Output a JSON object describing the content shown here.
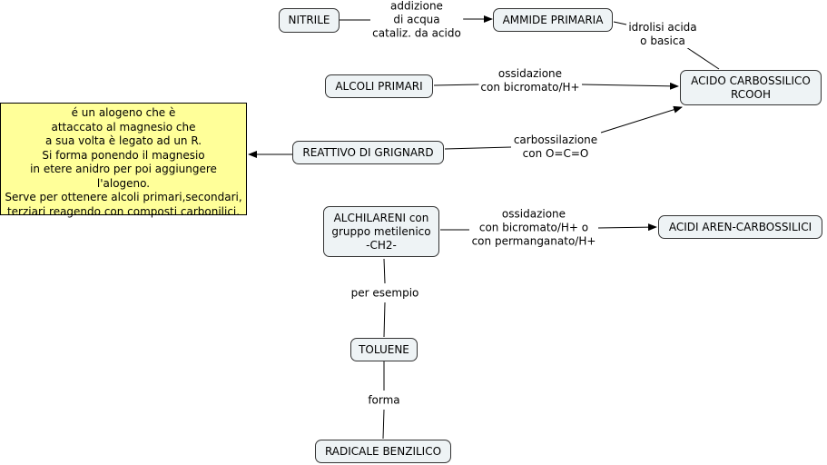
{
  "nodes": {
    "nitrile": "NITRILE",
    "ammide_primaria": "AMMIDE PRIMARIA",
    "alcoli_primari": "ALCOLI PRIMARI",
    "acido_carbossilico": "ACIDO CARBOSSILICO\nRCOOH",
    "reattivo_grignard": "REATTIVO DI GRIGNARD",
    "alchilareni": "ALCHILARENI con\ngruppo metilenico\n-CH2-",
    "acidi_aren_carbossilici": "ACIDI AREN-CARBOSSILICI",
    "toluene": "TOLUENE",
    "radicale_benzilico": "RADICALE BENZILICO"
  },
  "links": {
    "nitrile_to_ammide": "addizione\ndi acqua\ncataliz. da acido",
    "ammide_to_acido": "idrolisi acida\no basica",
    "alcoli_to_acido": "ossidazione\ncon bicromato/H+",
    "grignard_to_acido": "carbossilazione\ncon O=C=O",
    "alchilareni_to_acidi": "ossidazione\ncon bicromato/H+ o\ncon permanganato/H+",
    "alchilareni_to_toluene": "per esempio",
    "toluene_to_radicale": "forma"
  },
  "note": {
    "grignard_description": "é un alogeno che è\nattaccato al magnesio che\na sua volta è legato ad un R.\nSi forma ponendo il magnesio\nin etere anidro per poi aggiungere\nl'alogeno.\nServe per ottenere alcoli primari,secondari,\nterziari reagendo con composti carbonilici."
  },
  "colors": {
    "node_fill": "#eef3f5",
    "note_fill": "#ffff99",
    "line": "#000000"
  }
}
